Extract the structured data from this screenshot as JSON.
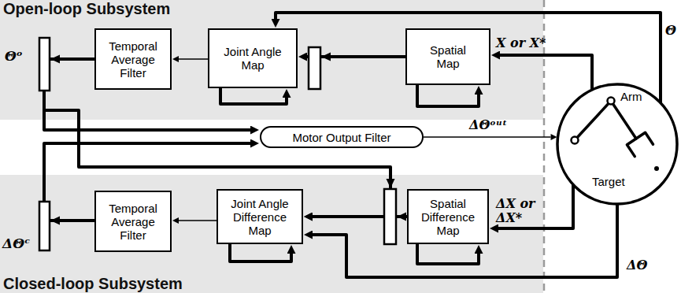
{
  "diagram": {
    "nodes": [
      {
        "text": [
          "Open-loop Subsystem"
        ]
      },
      {
        "text": [
          "Temporal Average Filter"
        ],
        "in": 0
      },
      {
        "text": [
          "Joint Angle Map"
        ],
        "in": 0
      },
      {
        "text": [
          "Spatial Map"
        ],
        "in": 0
      },
      {
        "text": [
          "Motor Output Filter"
        ]
      },
      {
        "text": [
          "Arm",
          "Target"
        ]
      },
      {
        "text": [
          "Closed-loop Subsystem"
        ]
      },
      {
        "text": [
          "Temporal Average Filter"
        ],
        "in": 6
      },
      {
        "text": [
          "Joint Angle Difference Map"
        ],
        "in": 6
      },
      {
        "text": [
          "Spatial Difference Map"
        ],
        "in": 6
      }
    ],
    "edges": [
      {
        "from": 5,
        "to": 3,
        "arrow": "to",
        "label": "X or X*"
      },
      {
        "from": 3,
        "to": 2,
        "arrow": "to"
      },
      {
        "from": 3,
        "to": 3,
        "arrow": "to"
      },
      {
        "from": 2,
        "to": 2,
        "arrow": "to"
      },
      {
        "from": 2,
        "to": 1,
        "arrow": "to"
      },
      {
        "from": 5,
        "to": 2,
        "arrow": "to",
        "label": "Θ"
      },
      {
        "from": 1,
        "to": 4,
        "arrow": "to"
      },
      {
        "from": 4,
        "to": 5,
        "arrow": "to",
        "label": "ΔΘᵒᵘᵗ"
      },
      {
        "from": 1,
        "to": 8,
        "arrow": "to"
      },
      {
        "from": 9,
        "to": 8,
        "arrow": "to"
      },
      {
        "from": 9,
        "to": 9,
        "arrow": "to"
      },
      {
        "from": 8,
        "to": 8,
        "arrow": "to"
      },
      {
        "from": 8,
        "to": 7,
        "arrow": "to"
      },
      {
        "from": 7,
        "to": 4,
        "arrow": "to"
      },
      {
        "from": 5,
        "to": 9,
        "arrow": "to",
        "label": "ΔX or ΔX*"
      },
      {
        "from": 5,
        "to": 8,
        "arrow": "to",
        "label": "ΔΘ"
      }
    ],
    "labels": [
      "Θᵒ",
      "ΔΘᶜ"
    ]
  }
}
